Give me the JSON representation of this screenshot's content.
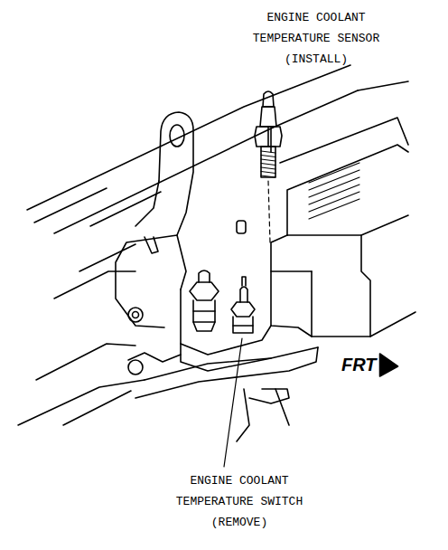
{
  "diagram": {
    "labels": [
      "ENGINE COOLANT TEMPERATURE SENSOR (INSTALL)",
      "ENGINE COOLANT TEMPERATURE SWITCH (REMOVE)",
      "FRT"
    ]
  }
}
